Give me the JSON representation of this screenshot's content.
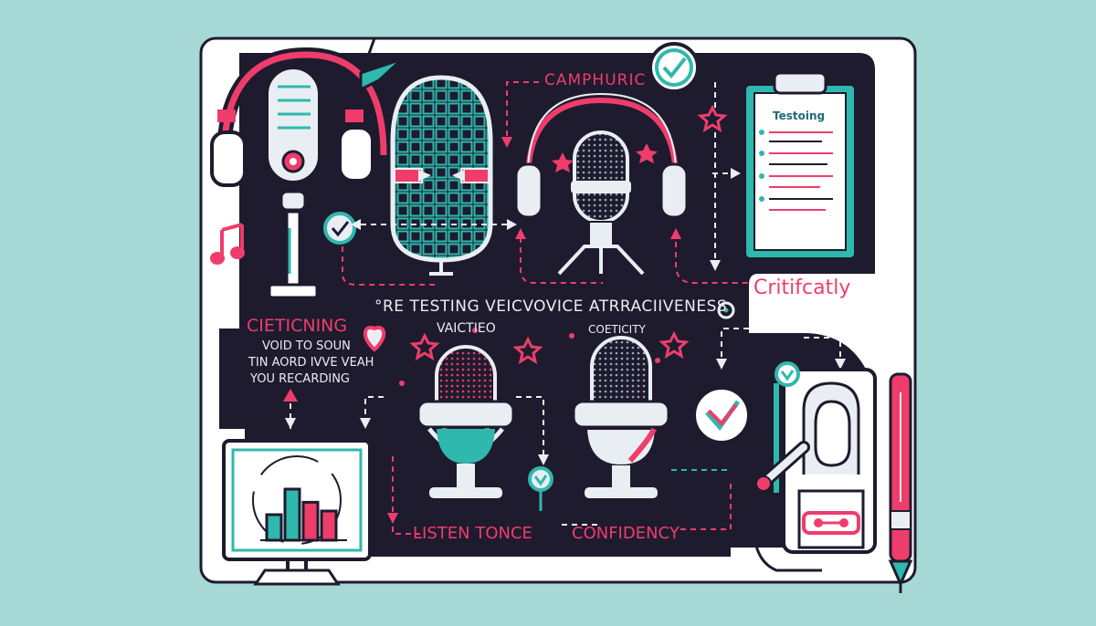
{
  "labels": {
    "camphuric": "CAMPHURIC",
    "clipboard_title": "Testoing",
    "critically": "Critifcatly",
    "main_title": "°RE TESTING VEICVOVICE ATRRACIIVENESS",
    "cieticning": "CIETICNING",
    "desc_line1": "VOID TO SOUN",
    "desc_line2": "TIN AORD IVVE VEAH",
    "desc_line3": "YOU RECARDING",
    "vaictieo": "VAICTIEO",
    "coeticity": "COETICITY",
    "listen": "LISTEN TONCE",
    "confidency": "CONFIDENCY"
  },
  "colors": {
    "background": "#a6d8d6",
    "board": "#1e1b2e",
    "accent_pink": "#ef3d6b",
    "accent_teal": "#2fb8ad",
    "paper": "#ffffff"
  },
  "icons": [
    "headphones-mic-icon",
    "studio-mic-grille-icon",
    "podcast-mic-icon",
    "clipboard-icon",
    "check-badge-icon",
    "music-note-icon",
    "heart-icon",
    "bar-chart-monitor-icon",
    "person-headset-icon",
    "pen-icon",
    "star-icon"
  ],
  "chart_monitor": {
    "bars": [
      0.35,
      0.7,
      0.52,
      0.4
    ]
  }
}
